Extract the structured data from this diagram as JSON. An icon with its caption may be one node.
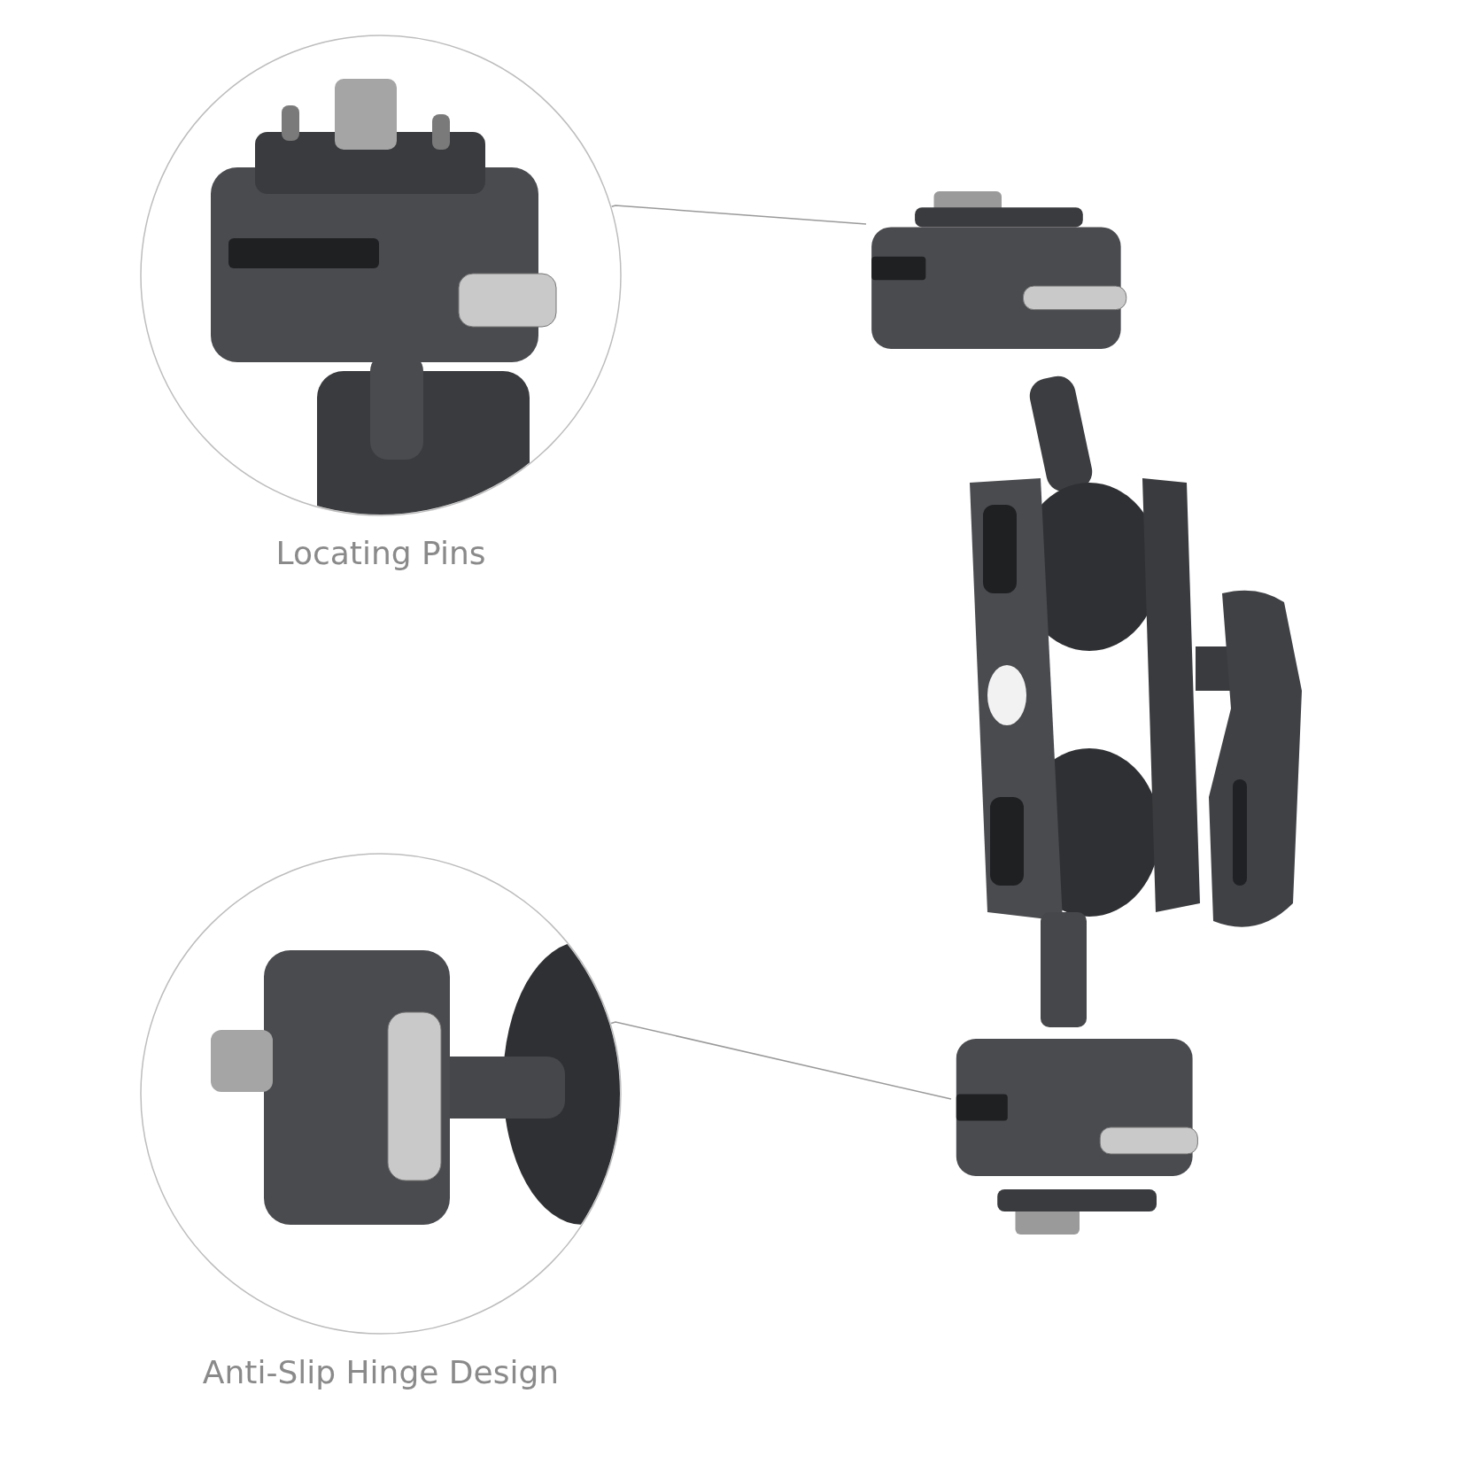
{
  "diagram": {
    "nodes": [
      {
        "text": [
          "Locating Pins"
        ]
      },
      {
        "text": [
          "Anti-Slip Hinge Design"
        ]
      },
      {
        "text": [],
        "shape": "picture"
      },
      {
        "text": [],
        "shape": "picture"
      }
    ],
    "edges": [
      {
        "from": 0,
        "to": 2,
        "arrow": "none"
      },
      {
        "from": 1,
        "to": 3,
        "arrow": "none"
      }
    ]
  }
}
